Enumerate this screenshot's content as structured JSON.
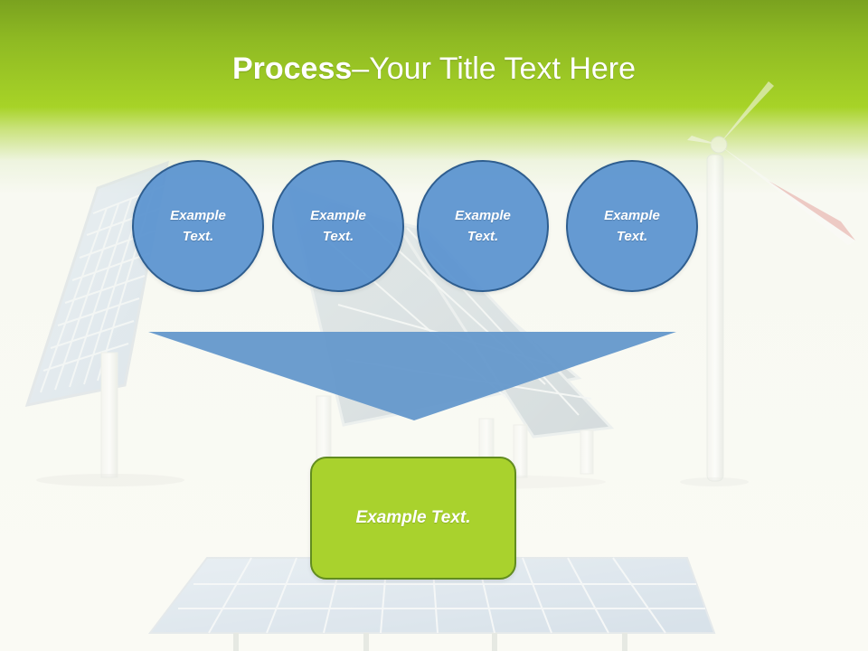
{
  "slide": {
    "title": {
      "strong": "Process",
      "dash": " – ",
      "light": "Your Title Text Here"
    },
    "circles": [
      {
        "line1": "Example",
        "line2": "Text."
      },
      {
        "line1": "Example",
        "line2": "Text."
      },
      {
        "line1": "Example",
        "line2": "Text."
      },
      {
        "line1": "Example",
        "line2": "Text."
      }
    ],
    "result_box": {
      "label": "Example Text."
    }
  },
  "colors": {
    "header_green": "#a7d327",
    "circle_blue": "#5f97ce",
    "circle_border": "#2f5e8f",
    "result_green": "#a9d22d",
    "result_border": "#628c1f"
  }
}
